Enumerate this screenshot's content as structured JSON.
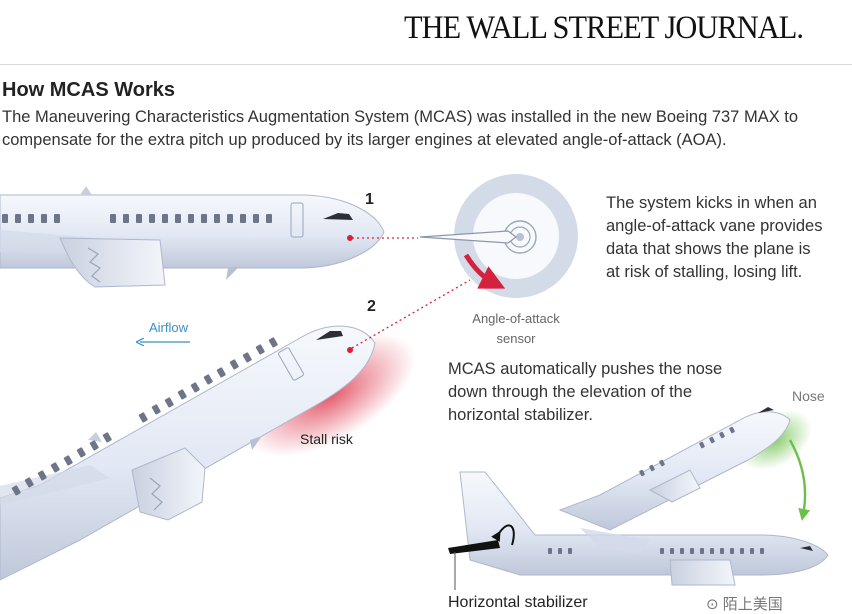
{
  "masthead": {
    "title": "THE WALL STREET JOURNAL."
  },
  "headline": "How MCAS Works",
  "deck": "The Maneuvering Characteristics Augmentation System (MCAS) was installed in the new Boeing 737 MAX to compensate for the extra pitch up produced by its larger engines at elevated angle-of-attack (AOA).",
  "steps": {
    "one": {
      "number": "1",
      "text": "The system kicks in when an angle-of-attack vane provides data that shows the plane is at risk of stalling, losing lift."
    },
    "two": {
      "number": "2"
    }
  },
  "sensor_label": {
    "line1": "Angle-of-attack",
    "line2": "sensor"
  },
  "airflow_label": "Airflow",
  "stall_label": "Stall risk",
  "mcas_text": "MCAS automatically pushes the nose down through the elevation of the horizontal stabilizer.",
  "nose_label": "Nose",
  "stabilizer_label": "Horizontal stabilizer",
  "watermark": "⊙ 陌上美国",
  "colors": {
    "fuselage": "#e4eaf5",
    "stall_glow": "#e0485a",
    "sensor_dot": "#d4213d",
    "airflow_arrow": "#3a8fc8",
    "pitch_down_arrow": "#6cc04a",
    "sensor_arrow": "#d4213d"
  }
}
